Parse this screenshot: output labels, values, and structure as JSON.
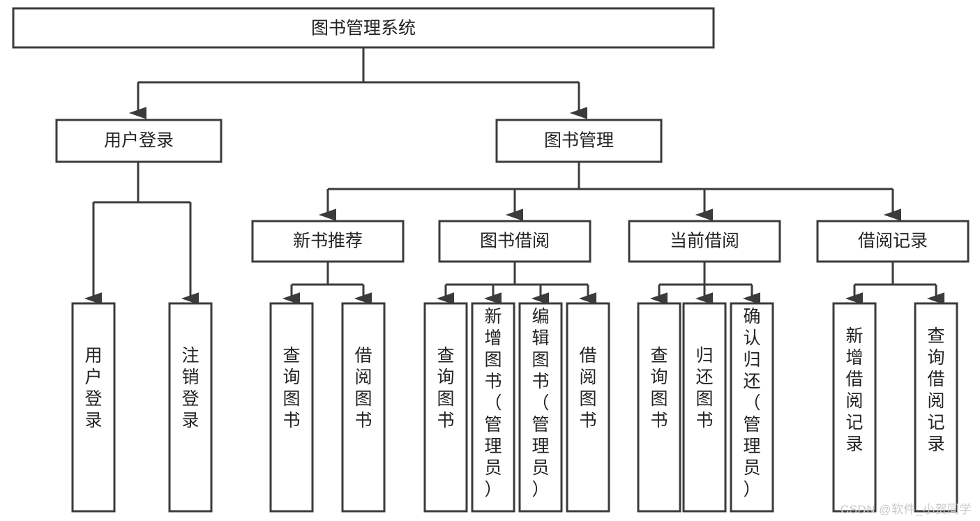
{
  "diagram": {
    "title": "图书管理系统",
    "watermark": "CSDN @软件_小贺同学",
    "colors": {
      "stroke": "#3b3b3b",
      "fill": "#ffffff",
      "text": "#222222",
      "watermark": "#c9c9c9"
    },
    "levels": {
      "root": {
        "label": "图书管理系统"
      },
      "level2": [
        {
          "label": "用户登录"
        },
        {
          "label": "图书管理"
        }
      ],
      "level3": [
        {
          "label": "新书推荐"
        },
        {
          "label": "图书借阅"
        },
        {
          "label": "当前借阅"
        },
        {
          "label": "借阅记录"
        }
      ],
      "leaves": {
        "user_login": [
          {
            "label": "用户登录"
          },
          {
            "label": "注销登录"
          }
        ],
        "new_book_recommend": [
          {
            "label": "查询图书"
          },
          {
            "label": "借阅图书"
          }
        ],
        "book_borrow": [
          {
            "label": "查询图书"
          },
          {
            "label": "新增图书（管理员）"
          },
          {
            "label": "编辑图书（管理员）"
          },
          {
            "label": "借阅图书"
          }
        ],
        "current_borrow": [
          {
            "label": "查询图书"
          },
          {
            "label": "归还图书"
          },
          {
            "label": "确认归还（管理员）"
          }
        ],
        "borrow_record": [
          {
            "label": "新增借阅记录"
          },
          {
            "label": "查询借阅记录"
          }
        ]
      }
    }
  }
}
